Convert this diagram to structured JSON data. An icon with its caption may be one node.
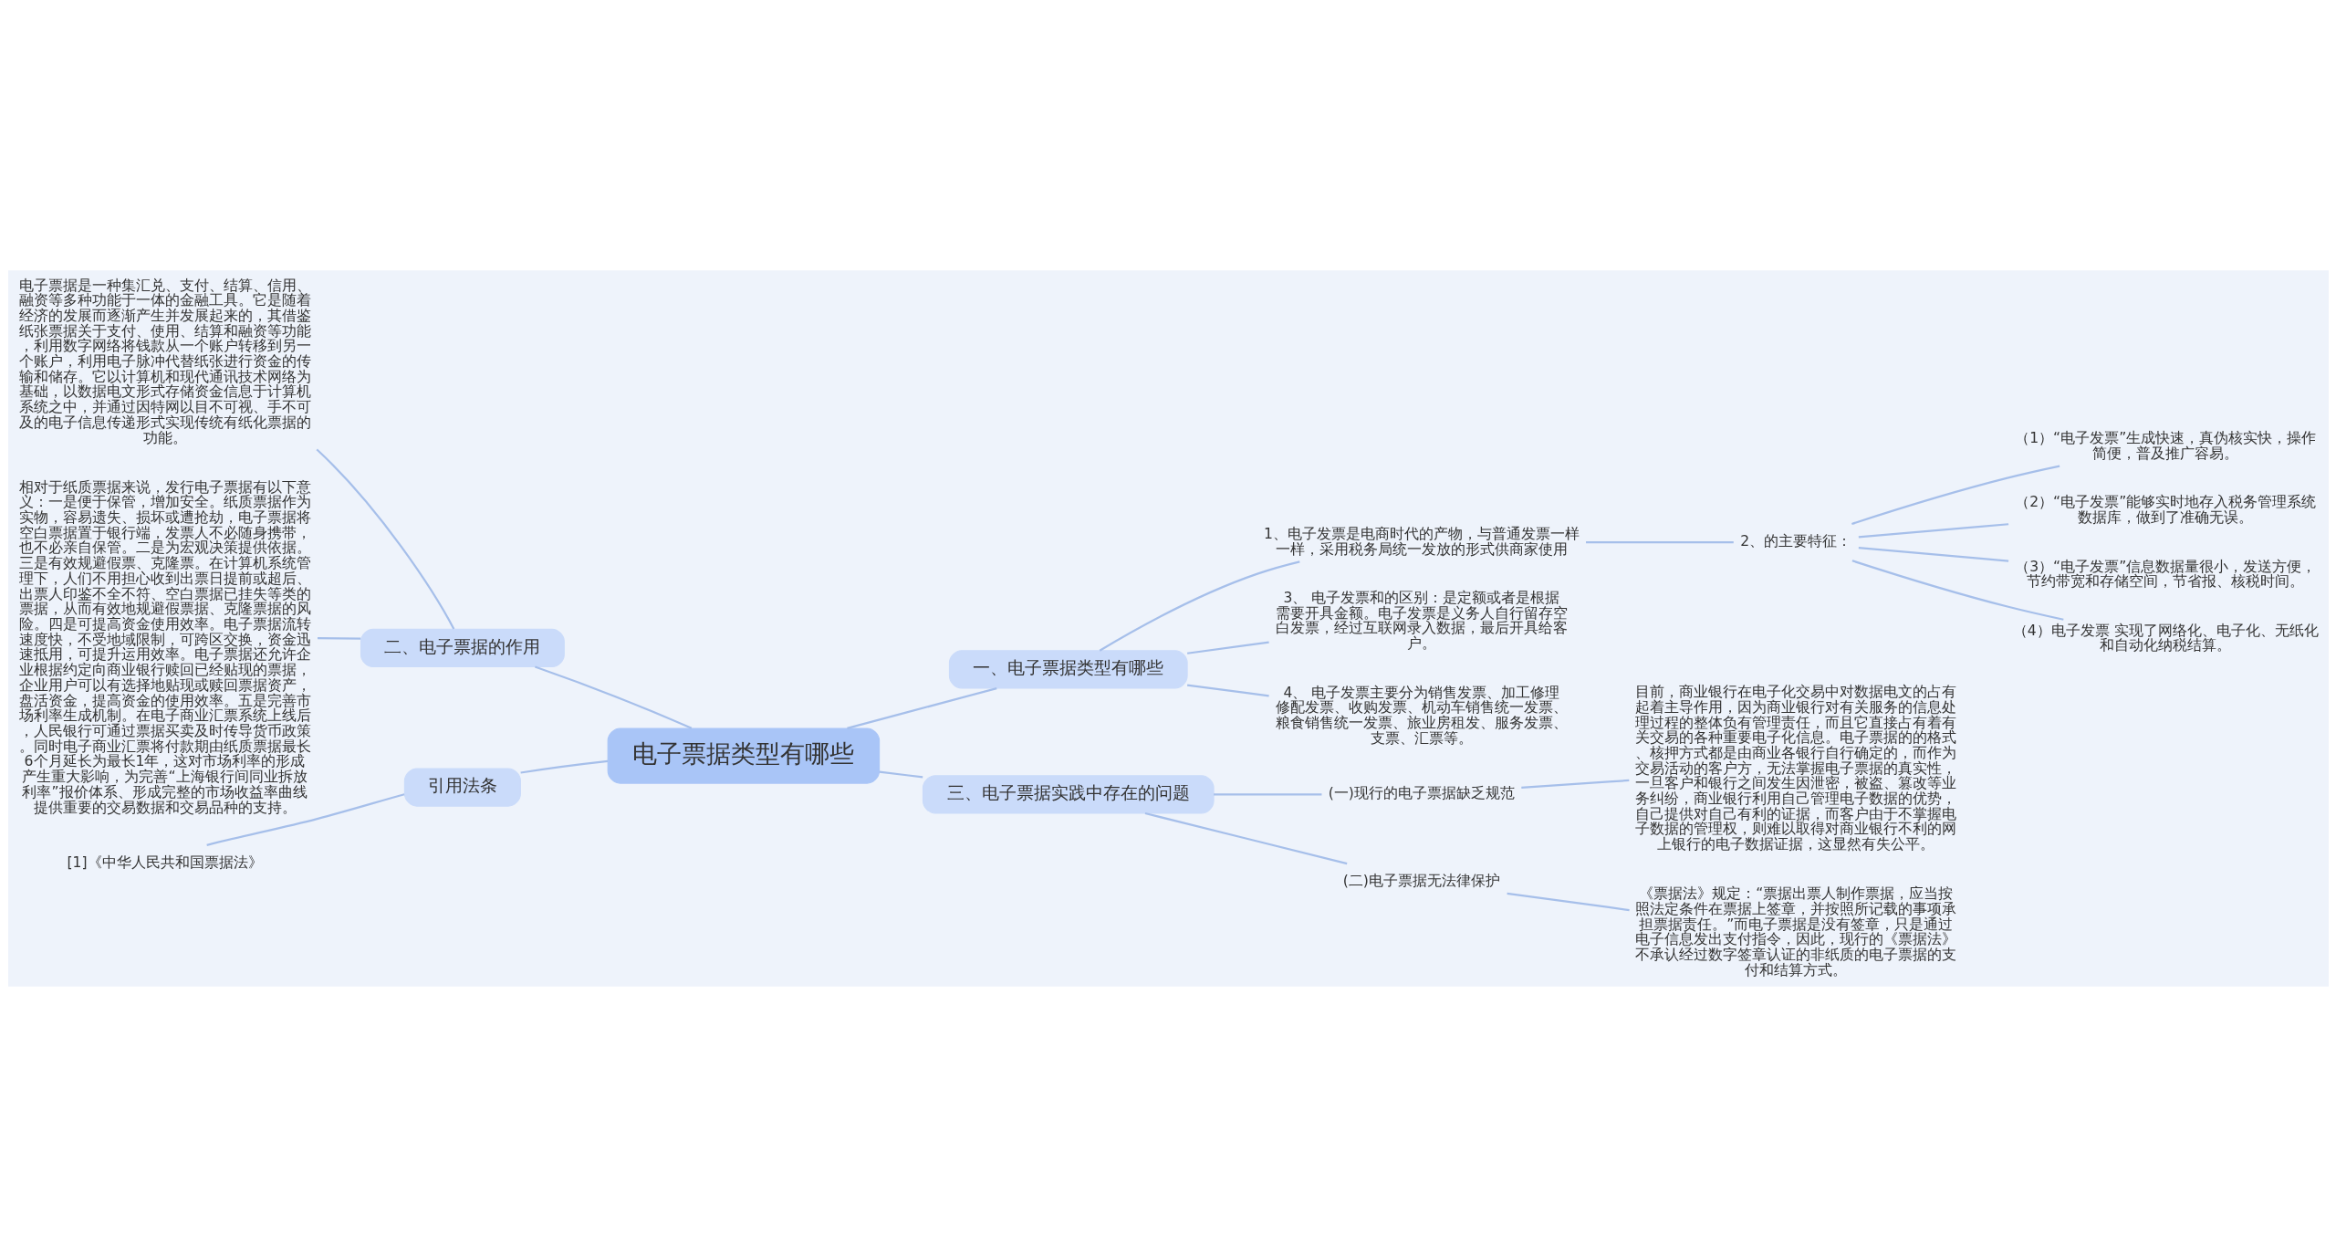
{
  "diagram": {
    "nodes": [
      {
        "text": [
          "电子票据类型有哪些"
        ]
      },
      {
        "text": [
          "一、电子票据类型有哪些"
        ]
      },
      {
        "text": [
          "1、电子发票是电商时代的产物，与普通发票一样一样，采用税务局统一发放的形式供商家使用"
        ]
      },
      {
        "text": [
          "2、的主要特征："
        ]
      },
      {
        "text": [
          "（1）“电子发票”生成快速，真伪核实快，操作简便，普及推广容易。"
        ]
      },
      {
        "text": [
          "（2）“电子发票”能够实时地存入税务管理系统数据库，做到了准确无误。"
        ]
      },
      {
        "text": [
          "（3）“电子发票”信息数据量很小，发送方便，节约带宽和存储空间，节省报、核税时间。"
        ]
      },
      {
        "text": [
          "（4）电子发票 实现了网络化、电子化、无纸化和自动化纳税结算。"
        ]
      },
      {
        "text": [
          "3、 电子发票和的区别：是定额或者是根据需要开具金额。电子发票是义务人自行留存空白发票，经过互联网录入数据，最后开具给客户。"
        ]
      },
      {
        "text": [
          "4、 电子发票主要分为销售发票、加工修理修配发票、收购发票、机动车销售统一发票、粮食销售统一发票、旅业房租发、服务发票、支票、汇票等。"
        ]
      },
      {
        "text": [
          "二、电子票据的作用"
        ]
      },
      {
        "text": [
          "电子票据是一种集汇兑、支付、结算、信用、融资等多种功能于一体的金融工具。它是随着经济的发展而逐渐产生并发展起来的，其借鉴纸张票据关于支付、使用、结算和融资等功能，利用数字网络将钱款从一个账户转移到另一个账户，利用电子脉冲代替纸张进行资金的传输和储存。它以计算机和现代通讯技术网络为基础，以数据电文形式存储资金信息于计算机系统之中，并通过因特网以目不可视、手不可及的电子信息传递形式实现传统有纸化票据的功能。"
        ]
      },
      {
        "text": [
          "相对于纸质票据来说，发行电子票据有以下意义：一是便于保管，增加安全。纸质票据作为实物，容易遗失、损坏或遭抢劫，电子票据将空白票据置于银行端，发票人不必随身携带，也不必亲自保管。二是为宏观决策提供依据。三是有效规避假票、克隆票。在计算机系统管理下，人们不用担心收到出票日提前或超后、出票人印鉴不全不符、空白票据已挂失等类的票据，从而有效地规避假票据、克隆票据的风险。四是可提高资金使用效率。电子票据流转速度快，不受地域限制，可跨区交换，资金迅速抵用，可提升运用效率。电子票据还允许企业根据约定向商业银行赎回已经贴现的票据，企业用户可以有选择地贴现或赎回票据资产，盘活资金，提高资金的使用效率。五是完善市场利率生成机制。在电子商业汇票系统上线后，人民银行可通过票据买卖及时传导货币政策。同时电子商业汇票将付款期由纸质票据最长6个月延长为最长1年，这对市场利率的形成产生重大影响，为完善“上海银行间同业拆放利率”报价体系、形成完整的市场收益率曲线提供重要的交易数据和交易品种的支持。"
        ]
      },
      {
        "text": [
          "引用法条"
        ]
      },
      {
        "text": [
          "[1]《中华人民共和国票据法》"
        ]
      },
      {
        "text": [
          "三、电子票据实践中存在的问题"
        ]
      },
      {
        "text": [
          "(一)现行的电子票据缺乏规范"
        ]
      },
      {
        "text": [
          "目前，商业银行在电子化交易中对数据电文的占有起着主导作用，因为商业银行对有关服务的信息处理过程的整体负有管理责任，而且它直接占有着有关交易的各种重要电子化信息。电子票据的的格式、核押方式都是由商业各银行自行确定的，而作为交易活动的客户方，无法掌握电子票据的真实性，一旦客户和银行之间发生因泄密，被盗、篡改等业务纠纷，商业银行利用自己管理电子数据的优势，自己提供对自己有利的证据，而客户由于不掌握电子数据的管理权，则难以取得对商业银行不利的网上银行的电子数据证据，这显然有失公平。"
        ]
      },
      {
        "text": [
          "(二)电子票据无法律保护"
        ]
      },
      {
        "text": [
          "《票据法》规定：“票据出票人制作票据，应当按照法定条件在票据上签章，并按照所记载的事项承担票据责任。”而电子票据是没有签章，只是通过电子信息发出支付指令，因此，现行的《票据法》不承认经过数字签章认证的非纸质的电子票据的支付和结算方式。"
        ]
      }
    ],
    "edges": [
      {
        "from": 0,
        "to": 1,
        "arrow": "none"
      },
      {
        "from": 1,
        "to": 2,
        "arrow": "none"
      },
      {
        "from": 2,
        "to": 3,
        "arrow": "none"
      },
      {
        "from": 3,
        "to": 4,
        "arrow": "none"
      },
      {
        "from": 3,
        "to": 5,
        "arrow": "none"
      },
      {
        "from": 3,
        "to": 6,
        "arrow": "none"
      },
      {
        "from": 3,
        "to": 7,
        "arrow": "none"
      },
      {
        "from": 1,
        "to": 8,
        "arrow": "none"
      },
      {
        "from": 1,
        "to": 9,
        "arrow": "none"
      },
      {
        "from": 0,
        "to": 10,
        "arrow": "none"
      },
      {
        "from": 10,
        "to": 11,
        "arrow": "none"
      },
      {
        "from": 10,
        "to": 12,
        "arrow": "none"
      },
      {
        "from": 0,
        "to": 13,
        "arrow": "none"
      },
      {
        "from": 13,
        "to": 14,
        "arrow": "none"
      },
      {
        "from": 0,
        "to": 15,
        "arrow": "none"
      },
      {
        "from": 15,
        "to": 16,
        "arrow": "none"
      },
      {
        "from": 16,
        "to": 17,
        "arrow": "none"
      },
      {
        "from": 15,
        "to": 18,
        "arrow": "none"
      },
      {
        "from": 18,
        "to": 19,
        "arrow": "none"
      }
    ]
  }
}
